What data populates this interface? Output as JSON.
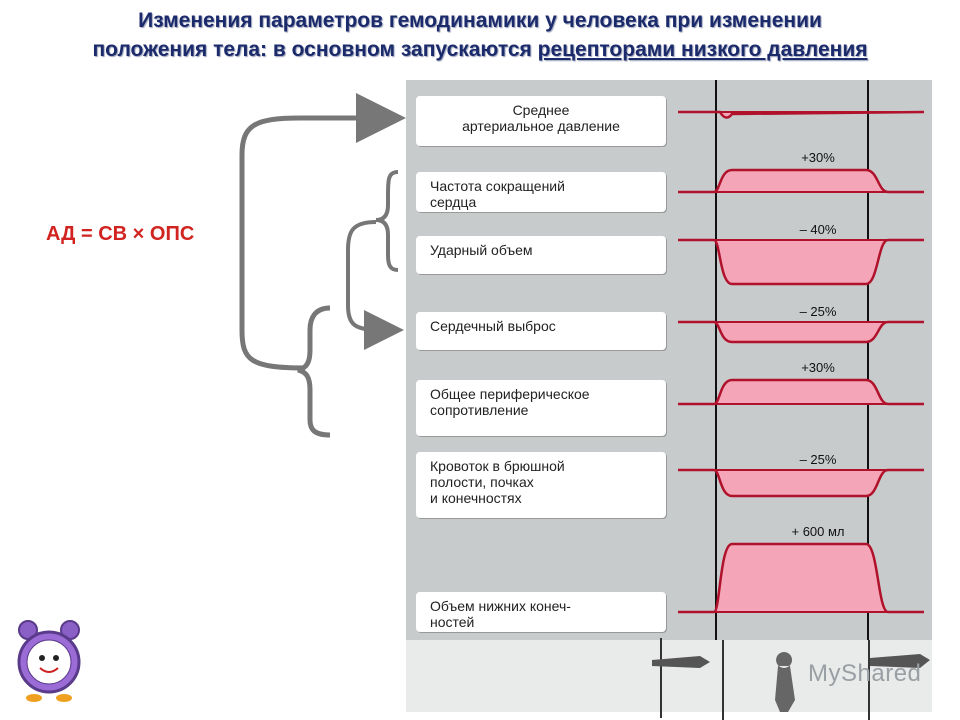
{
  "title": {
    "line1": "Изменения параметров гемодинамики у человека при изменении",
    "line2_plain": "положения тела: в основном запускаются",
    "line2_underlined": "рецепторами низкого давления"
  },
  "formula": "АД = СВ × ОПС",
  "rows": [
    {
      "label": "Среднее артериальное давление",
      "line1": "Среднее",
      "line2": "артериальное давление",
      "change": ""
    },
    {
      "label": "Частота сокращений сердца",
      "line1": "Частота сокращений",
      "line2": "сердца",
      "change": "+30%"
    },
    {
      "label": "Ударный объем",
      "line1": "Ударный объем",
      "line2": "",
      "change": "– 40%"
    },
    {
      "label": "Сердечный выброс",
      "line1": "Сердечный выброс",
      "line2": "",
      "change": "– 25%"
    },
    {
      "label": "Общее периферическое сопротивление",
      "line1": "Общее периферическое",
      "line2": "сопротивление",
      "change": "+30%"
    },
    {
      "label": "Кровоток в брюшной полости, почках и конечностях",
      "line1": "Кровоток в брюшной",
      "line2": "полости, почках",
      "line3": "и конечностях",
      "change": "– 25%"
    },
    {
      "label": "Объем нижних конечностей",
      "line1": "Объем нижних конеч-",
      "line2": "ностей",
      "change": "+ 600 мл"
    }
  ],
  "watermark": "MyShared",
  "colors": {
    "title": "#1b2a6b",
    "formula": "#d1231f",
    "curve": "#b0122b",
    "fill": "#f4a6b8",
    "panel": "#c8cbcc"
  }
}
